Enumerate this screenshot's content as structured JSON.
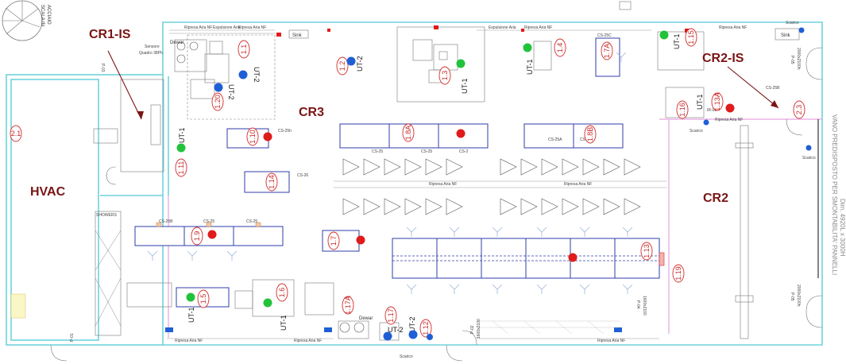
{
  "zones": {
    "cr1is": "CR1-IS",
    "cr2is": "CR2-IS",
    "cr3": "CR3",
    "cr2": "CR2",
    "hvac": "HVAC"
  },
  "rooms": [
    {
      "code": "2.1"
    },
    {
      "code": "1.1"
    },
    {
      "code": "1.2"
    },
    {
      "code": "1.3"
    },
    {
      "code": "1.4"
    },
    {
      "code": "1.7A"
    },
    {
      "code": "1.15"
    },
    {
      "code": "1.20"
    },
    {
      "code": "1.10"
    },
    {
      "code": "1.8A"
    },
    {
      "code": "1.8B"
    },
    {
      "code": "1.16"
    },
    {
      "code": "1.13A"
    },
    {
      "code": "2.3"
    },
    {
      "code": "1.11"
    },
    {
      "code": "1.14"
    },
    {
      "code": "1.9"
    },
    {
      "code": "1.7"
    },
    {
      "code": "1.13"
    },
    {
      "code": "1.19"
    },
    {
      "code": "1.5"
    },
    {
      "code": "1.6"
    },
    {
      "code": "1.17A"
    },
    {
      "code": "1.17"
    },
    {
      "code": "1.12"
    }
  ],
  "units": {
    "ut1": "UT-1",
    "ut2": "UT-2"
  },
  "labels": {
    "scala_line1": "SCALA IN",
    "scala_line2": "ACCIAIO",
    "sink": "Sink",
    "dewar": "Dewar",
    "scarico": "Scarico",
    "ripresa": "Ripresa Aria NF",
    "espulsione": "Espulsione Aria",
    "showers": "SHOWERS",
    "cs25a": "CS-25A",
    "cs25b": "CS-25B",
    "cs25c": "CS-25C",
    "cs25": "CS-25",
    "cs26": "CS-26",
    "cs2": "CS-2",
    "cs25h": "CS-25h",
    "pump": "IR-08",
    "door_pos": "P-05",
    "door_dim1": "2000x2100h",
    "door_dim2": "2000x2100h",
    "door_p04": "P-04",
    "door_p04_dim": "1600x2100",
    "door_p02": "P-02",
    "door_p02_dim": "1600x2100",
    "door_p01": "P-01",
    "door_p03": "P-03",
    "side_note_line1": "VANO PREDISPOSTO PER SMONTABILITA' PANNELLI",
    "side_note_line2": "Dim. 4920L x 3000H",
    "small_ctrl1": "Sensore",
    "small_ctrl2": "Quadro 38Ph"
  },
  "colors": {
    "wall": "#6fd3db",
    "partition": "#e7a3e0",
    "bench": "#2f3ea8",
    "marker_green": "#22c33a",
    "marker_blue": "#1f5fd6",
    "marker_red": "#e01b1b",
    "room_code": "#c62828",
    "zone_label": "#7a1414"
  },
  "icons": {
    "arrow": "arrow-pointer",
    "scale": "circle-hatched-stair",
    "chair": "workstation-chair",
    "door": "door-swing"
  }
}
